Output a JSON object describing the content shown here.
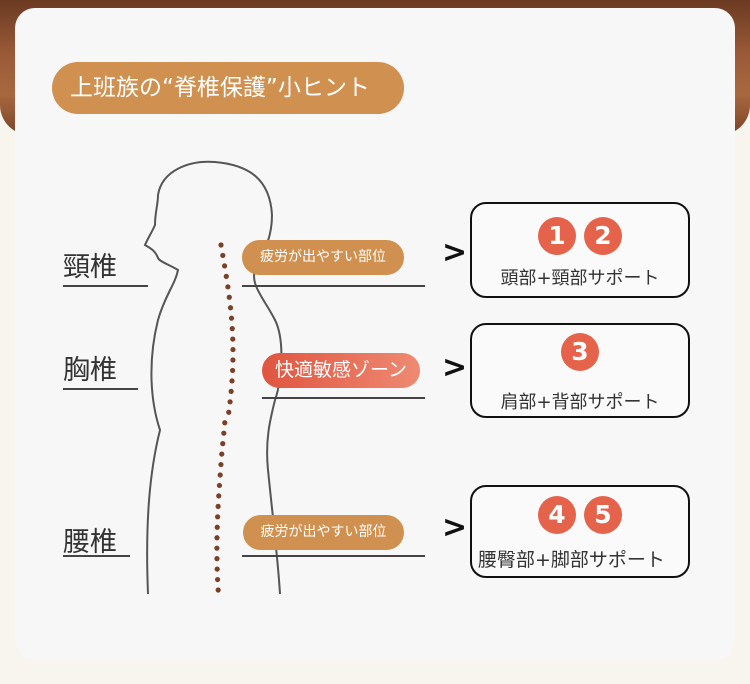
{
  "title": "上班族の“脊椎保護”小ヒント",
  "spine_labels": [
    "頸椎",
    "胸椎",
    "腰椎"
  ],
  "tags": [
    "疲労が出やすい部位",
    "快適敏感ゾーン",
    "疲労が出やすい部位"
  ],
  "arrow": ">",
  "boxes": [
    {
      "numbers": [
        "1",
        "2"
      ],
      "label": "頭部+頸部サポート"
    },
    {
      "numbers": [
        "3"
      ],
      "label": "肩部+背部サポート"
    },
    {
      "numbers": [
        "4",
        "5"
      ],
      "label": "腰臀部+脚部サポート"
    }
  ],
  "colors": {
    "accent_orange": "#d0904f",
    "accent_red": "#e5634a",
    "spine_dots": "#7a4028"
  }
}
